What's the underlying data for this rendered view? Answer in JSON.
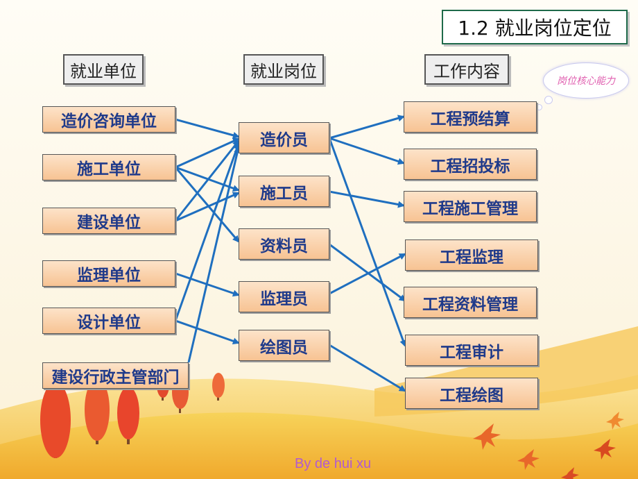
{
  "title": "1.2 就业岗位定位",
  "headers": {
    "units": "就业单位",
    "jobs": "就业岗位",
    "work": "工作内容"
  },
  "badge": "岗位核心能力",
  "units": [
    "造价咨询单位",
    "施工单位",
    "建设单位",
    "监理单位",
    "设计单位",
    "建设行政主管部门"
  ],
  "jobs": [
    "造价员",
    "施工员",
    "资料员",
    "监理员",
    "绘图员"
  ],
  "work": [
    "工程预结算",
    "工程招投标",
    "工程施工管理",
    "工程监理",
    "工程资料管理",
    "工程审计",
    "工程绘图"
  ],
  "colors": {
    "arrow": "#1f6fbf",
    "node_text": "#1f3a8a",
    "footer": "#b25ad0"
  },
  "footer": "By  de hui xu"
}
